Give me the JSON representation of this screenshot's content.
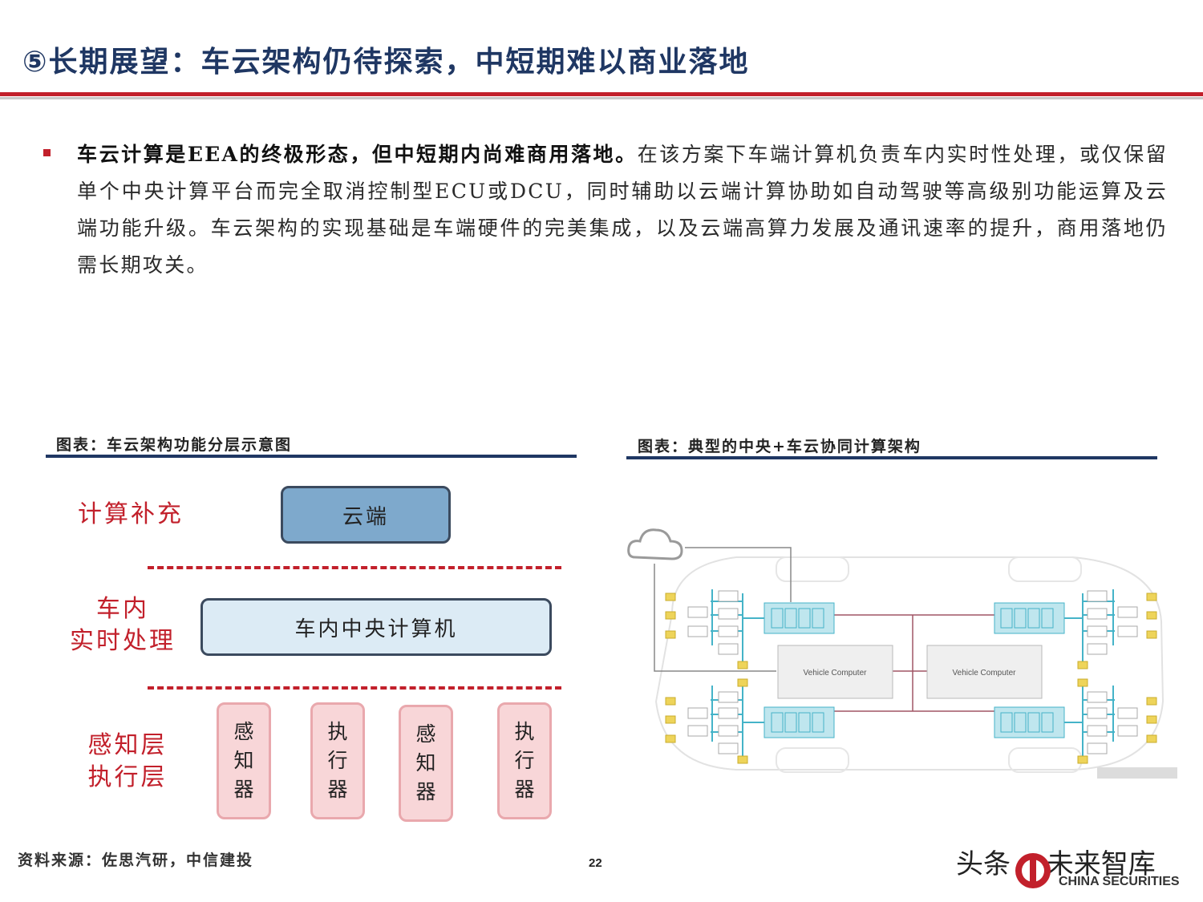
{
  "title": "⑤长期展望：车云架构仍待探索，中短期难以商业落地",
  "body": {
    "bold_lead": "车云计算是EEA的终极形态，但中短期内尚难商用落地。",
    "text": "在该方案下车端计算机负责车内实时性处理，或仅保留单个中央计算平台而完全取消控制型ECU或DCU，同时辅助以云端计算协助如自动驾驶等高级别功能运算及云端功能升级。车云架构的实现基础是车端硬件的完美集成，以及云端高算力发展及通讯速率的提升，商用落地仍需长期攻关。"
  },
  "figure_left": {
    "caption": "图表：车云架构功能分层示意图",
    "layers": {
      "compute_supplement": "计算补充",
      "in_vehicle_line1": "车内",
      "in_vehicle_line2": "实时处理",
      "perception_line1": "感知层",
      "perception_line2": "执行层"
    },
    "cloud_box": "云端",
    "computer_box": "车内中央计算机",
    "devices": [
      {
        "c1": "感",
        "c2": "知",
        "c3": "器"
      },
      {
        "c1": "执",
        "c2": "行",
        "c3": "器"
      },
      {
        "c1": "感",
        "c2": "知",
        "c3": "器"
      },
      {
        "c1": "执",
        "c2": "行",
        "c3": "器"
      }
    ]
  },
  "figure_right": {
    "caption": "图表：典型的中央+车云协同计算架构",
    "computer_label_left": "Vehicle Computer",
    "computer_label_right": "Vehicle Computer",
    "colors": {
      "zone": "#bfe6ee",
      "wire": "#45b3c8",
      "bus": "#a05565",
      "ecu": "#eed45a"
    }
  },
  "footer": {
    "source": "资料来源：佐思汽研，中信建投",
    "page": "22",
    "watermark": "头条 @未来智库",
    "brand": "CHINA SECURITIES"
  }
}
